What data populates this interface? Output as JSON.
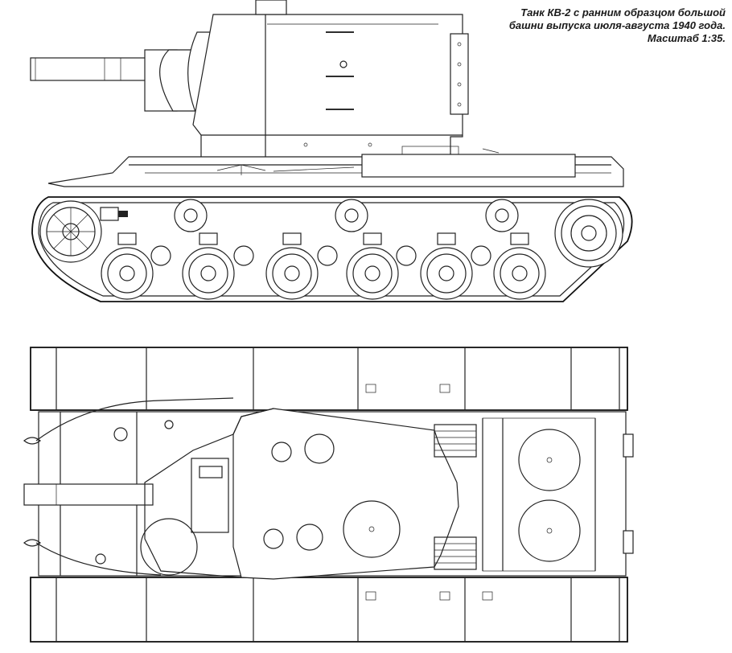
{
  "caption": {
    "line1": "Танк КВ-2 с ранним образцом большой",
    "line2": "башни выпуска июля-августа 1940 года.",
    "line3": "Масштаб 1:35."
  },
  "drawing": {
    "views": [
      "side-view",
      "top-view"
    ],
    "road_wheels_side": 6,
    "return_rollers_side": 3,
    "ink_color": "#222222",
    "paper_color": "#ffffff"
  }
}
